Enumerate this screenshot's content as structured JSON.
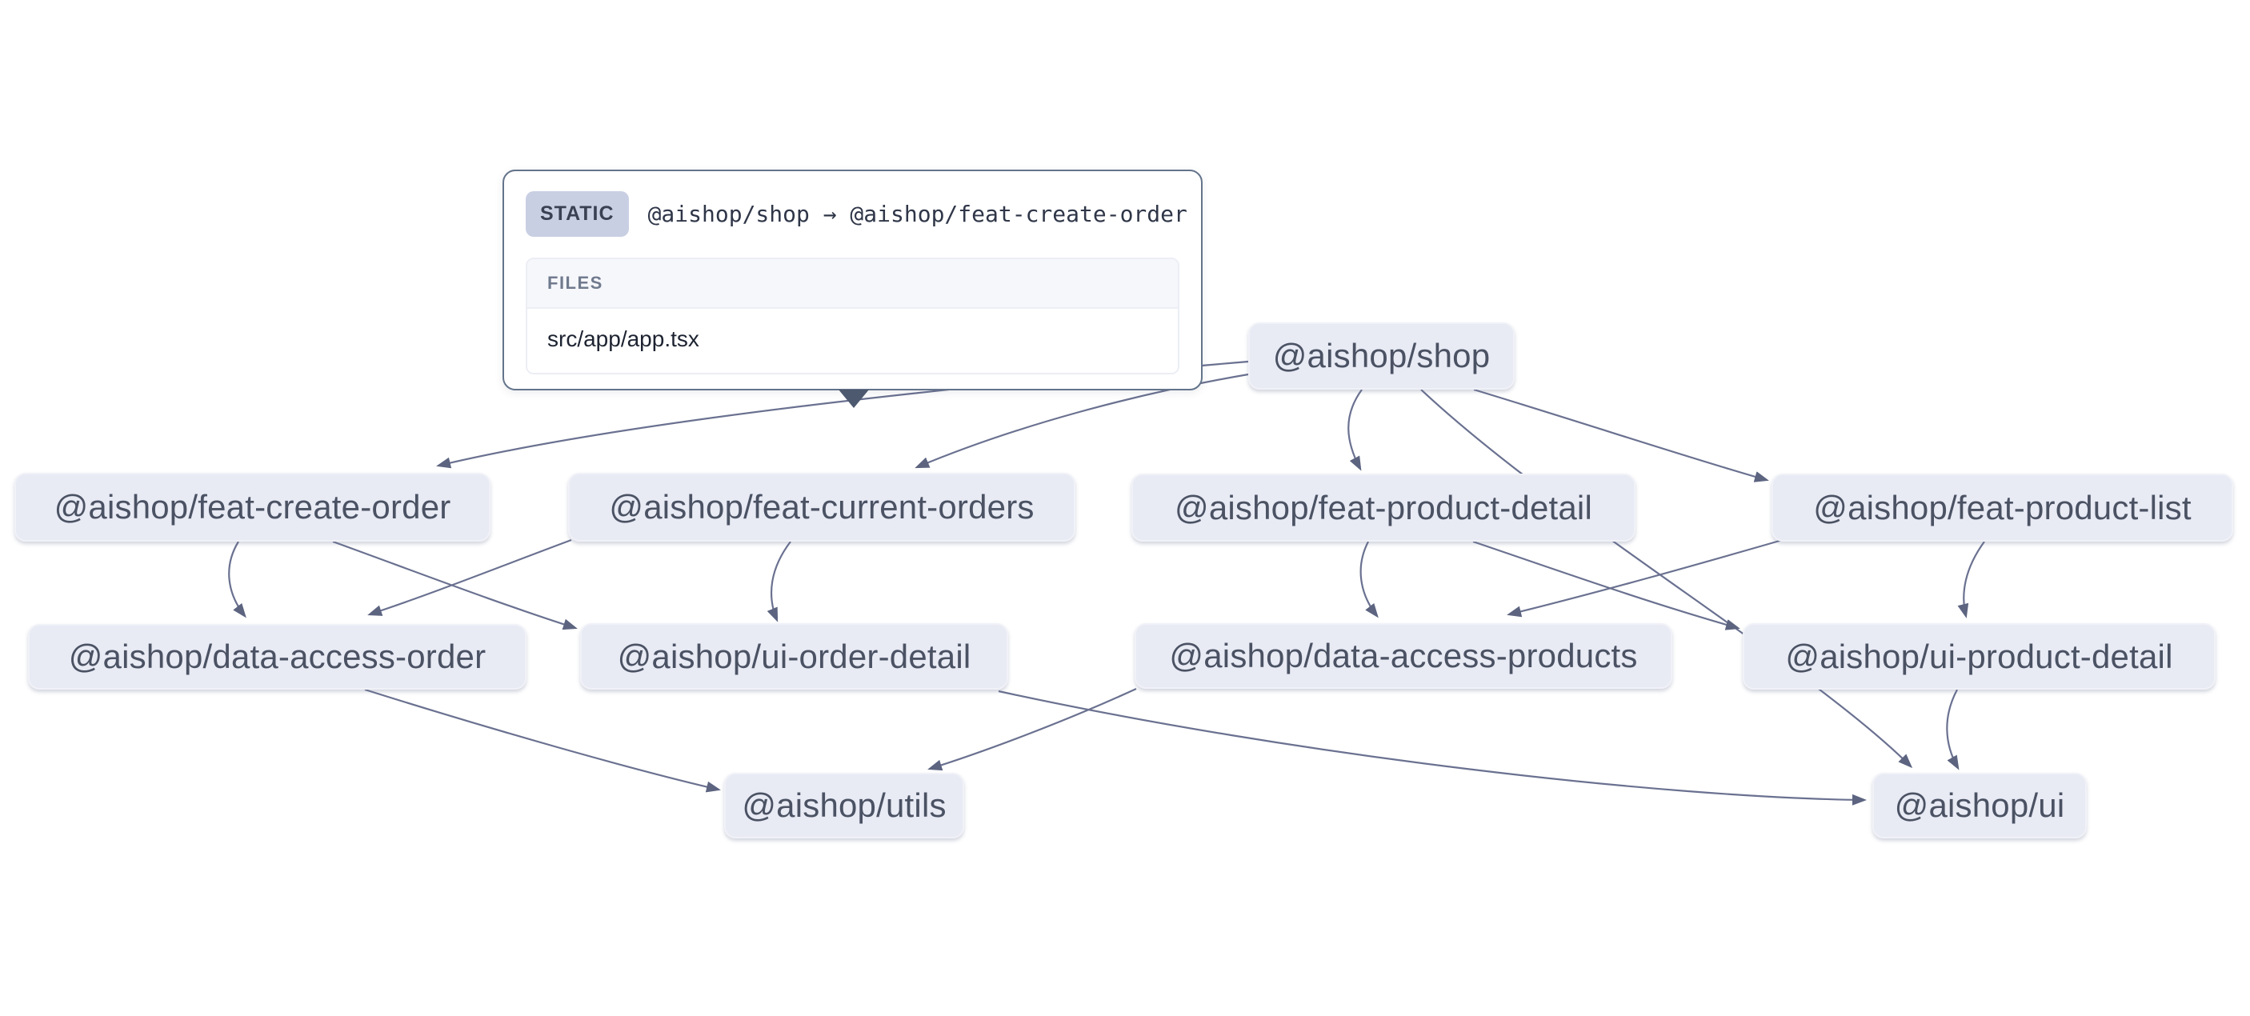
{
  "tooltip": {
    "type_label": "STATIC",
    "title": "@aishop/shop → @aishop/feat-create-order",
    "files_heading": "FILES",
    "files": [
      "src/app/app.tsx"
    ]
  },
  "graph": {
    "nodes": [
      {
        "id": "shop",
        "label": "@aishop/shop"
      },
      {
        "id": "feat-create-order",
        "label": "@aishop/feat-create-order"
      },
      {
        "id": "feat-current-orders",
        "label": "@aishop/feat-current-orders"
      },
      {
        "id": "feat-product-detail",
        "label": "@aishop/feat-product-detail"
      },
      {
        "id": "feat-product-list",
        "label": "@aishop/feat-product-list"
      },
      {
        "id": "data-access-order",
        "label": "@aishop/data-access-order"
      },
      {
        "id": "ui-order-detail",
        "label": "@aishop/ui-order-detail"
      },
      {
        "id": "data-access-products",
        "label": "@aishop/data-access-products"
      },
      {
        "id": "ui-product-detail",
        "label": "@aishop/ui-product-detail"
      },
      {
        "id": "utils",
        "label": "@aishop/utils"
      },
      {
        "id": "ui",
        "label": "@aishop/ui"
      }
    ],
    "edges": [
      {
        "source": "shop",
        "target": "feat-create-order",
        "type": "static"
      },
      {
        "source": "shop",
        "target": "feat-current-orders",
        "type": "static"
      },
      {
        "source": "shop",
        "target": "feat-product-detail",
        "type": "static"
      },
      {
        "source": "shop",
        "target": "feat-product-list",
        "type": "static"
      },
      {
        "source": "shop",
        "target": "ui",
        "type": "static"
      },
      {
        "source": "feat-create-order",
        "target": "data-access-order",
        "type": "static"
      },
      {
        "source": "feat-create-order",
        "target": "ui-order-detail",
        "type": "static"
      },
      {
        "source": "feat-current-orders",
        "target": "data-access-order",
        "type": "static"
      },
      {
        "source": "feat-current-orders",
        "target": "ui-order-detail",
        "type": "static"
      },
      {
        "source": "feat-product-detail",
        "target": "data-access-products",
        "type": "static"
      },
      {
        "source": "feat-product-detail",
        "target": "ui-product-detail",
        "type": "static"
      },
      {
        "source": "feat-product-list",
        "target": "data-access-products",
        "type": "static"
      },
      {
        "source": "feat-product-list",
        "target": "ui-product-detail",
        "type": "static"
      },
      {
        "source": "data-access-order",
        "target": "utils",
        "type": "static"
      },
      {
        "source": "data-access-products",
        "target": "utils",
        "type": "static"
      },
      {
        "source": "ui-order-detail",
        "target": "ui",
        "type": "static"
      },
      {
        "source": "ui-product-detail",
        "target": "ui",
        "type": "static"
      }
    ]
  },
  "colors": {
    "edge": "#6a7190",
    "arrowhead": "#5c6480",
    "node_fill": "#e8eaf4",
    "node_text": "#4a5263",
    "tooltip_border": "#64748b",
    "badge_bg": "#c9cfe3"
  }
}
